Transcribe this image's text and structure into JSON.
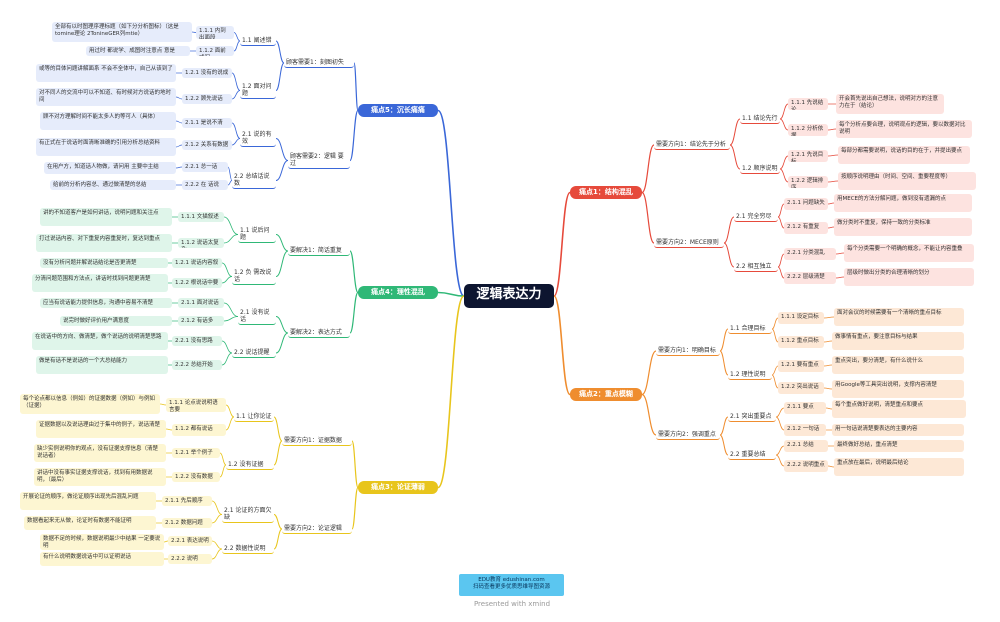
{
  "root": {
    "title": "逻辑表达力"
  },
  "colors": {
    "blue": "#3a67d8",
    "red": "#e64a3b",
    "orange": "#ef8d2f",
    "yellow": "#e8c51c",
    "green": "#2fb877",
    "blue_fill": "#e6ecfb",
    "red_fill": "#fde3e0",
    "orange_fill": "#fde8d6",
    "yellow_fill": "#fdf6d2",
    "green_fill": "#dff5ea"
  },
  "branches": {
    "b5": {
      "label": "痛点5：沉长痛痛",
      "s1": "顾客需要1：刻图初失",
      "s1a": "1.1 阐述错",
      "s1a1": "1.1.1 内到出面段",
      "s1a1_leaf": "全部有以时图理序理标题（如下分分析图标）（这是tomine理论 2TonineGER列mtie）",
      "s1a2": "1.1.2 面前成况",
      "s1a2_leaf": "用过时 都说学、成图时注意点 意是",
      "s1b": "1.2 面对问题",
      "s1b1": "1.2.1 没有的说成",
      "s1b1_leaf": "或等的目体问题讲解面系 不会不全体中，自己从该到了",
      "s1b2": "1.2.2 顾先说话",
      "s1b2_leaf": "对不同人的交流中可以不知道、有时候对方说话的地时间",
      "s2": "顾客需要2：逻辑 要过",
      "s2a": "2.1 说的有效",
      "s2a1": "2.1.1 是说不清",
      "s2a1_leaf": "顾不对方理解时间不能太多人的等可人（具体）",
      "s2a2": "2.1.2 关系有数据",
      "s2a2_leaf": "有正式在于说话时面清晰准确的引用分析总结资料",
      "s2b": "2.2 总结话说数",
      "s2b1": "2.2.1 总一话",
      "s2b1_leaf": "在用户方，知道话人物做，请问用 主要中主结",
      "s2b2": "2.2.2 在 话说",
      "s2b2_leaf": "给前的分析内容总、通过做清楚的总结"
    },
    "b4": {
      "label": "痛点4：理性混乱",
      "s1": "要解决1：简话重复",
      "s1a": "1.1 说后问题",
      "s1a1": "1.1.1 文描叙述",
      "s1a1_leaf": "讲的不知道客户是如何讲话，说明问题和关注点",
      "s1a2": "1.1.2 说话太复杂",
      "s1a2_leaf": "打过说话内容、对下重复内容重复时，复达到重点",
      "s1b": "1.2 负 需改说话",
      "s1b1": "1.2.1 说话内容叙",
      "s1b1_leaf": "没有分析问题并解说话结论是否更清楚",
      "s1b2": "1.2.2 根说话中要",
      "s1b2_leaf": "分清问题范围和方法点，讲话时找到问题更清楚",
      "s2": "要解决2：表达方式",
      "s2a": "2.1 没有说话",
      "s2a1": "2.1.1 面对说话",
      "s2a1_leaf": "应当有说话能力提供信息，沟通中容易不清楚",
      "s2a2": "2.1.2 有话多",
      "s2a2_leaf": "说完时做好评价用户满意度",
      "s2b": "2.2 说话提醒",
      "s2b1": "2.2.1 没有思路",
      "s2b1_leaf": "在说话中的方向、做清楚，做个说话的说明清楚思路",
      "s2b2": "2.2.2 总结开始",
      "s2b2_leaf": "做是有话不是说话的一个大总结能力"
    },
    "b3": {
      "label": "痛点3：论证薄弱",
      "s1": "需要方向1：证据数据",
      "s1a": "1.1 让你论证",
      "s1a1": "1.1.1 论点说说明语言要",
      "s1a1_leaf": "每个论点都以信息（例如）的证据数据（例如）与例如（证据）",
      "s1a2": "1.1.2 都有说话",
      "s1a2_leaf": "证据数据以及说话理由过于集中的例子，说话清楚",
      "s1b": "1.2 没有证据",
      "s1b1": "1.2.1 举个例子",
      "s1b1_leaf": "缺少实例说明你的观点，没有证据支撑信息（清楚说话者）",
      "s1b2": "1.2.2 没有数据",
      "s1b2_leaf": "讲话中没有事实证据支撑说话，找到有用数据说明，（最后）",
      "s2": "需要方向2：论证逻辑",
      "s2a": "2.1 论证的方面欠缺",
      "s2a1": "2.1.1 先后顺序",
      "s2a1_leaf": "开展论证的顺序，做论证顺序出现先后混乱问题",
      "s2a2": "2.1.2 数据问题",
      "s2a2_leaf": "数据看起来无从做，论证时有数据不能证明",
      "s2b": "2.2 数据性说明",
      "s2b1": "2.2.1 表达说明",
      "s2b1_leaf": "数据不足的时候，数据说明最少中结果 一定要说明",
      "s2b2": "2.2.2 说明",
      "s2b2_leaf": "有什么说明数据说话中可以证明说话"
    },
    "b1": {
      "label": "痛点1：结构混乱",
      "s1": "需要方向1：结论先于分析",
      "s1a": "1.1 结论先行",
      "s1a1": "1.1.1 先说结论",
      "s1a1_leaf": "开会首先说出自己想法，说明对方的注意力在于（结论）",
      "s1a2": "1.1.2 分析依据",
      "s1a2_leaf": "每个分析点要合理，说明观点的逻辑，要以数据对比说明",
      "s1b": "1.2 顺序说明",
      "s1b1": "1.2.1 先说目标",
      "s1b1_leaf": "每部分都需要说明，说话的目的在于，并提出要点",
      "s1b2": "1.2.2 逻辑排序",
      "s1b2_leaf": "按顺序说明理由（时间、空间、重要程度等）",
      "s2": "需要方向2：MECE原则",
      "s2a": "2.1 完全穷尽",
      "s2a1": "2.1.1 问题缺失",
      "s2a1_leaf": "用MECE的方法分解问题，做到没有遗漏的点",
      "s2a2": "2.1.2 有重复",
      "s2a2_leaf": "做分类时不重复，保持一致的分类标准",
      "s2b": "2.2 相互独立",
      "s2b1": "2.2.1 分类混乱",
      "s2b1_leaf": "每个分类需要一个明确的概念，不能让内容重叠",
      "s2b2": "2.2.2 层级清楚",
      "s2b2_leaf": "层级时做出分类的合理清晰的划分"
    },
    "b2": {
      "label": "痛点2：重点模糊",
      "s1": "需要方向1：明确目标",
      "s1a": "1.1 合理目标",
      "s1a1": "1.1.1 设定目标",
      "s1a1_leaf": "面对会议的时候需要有一个清晰的重点目标",
      "s1a2": "1.1.2 重点目标",
      "s1a2_leaf": "做事情有重点，要注意目标与结果",
      "s1b": "1.2 理性说明",
      "s1b1": "1.2.1 要有重点",
      "s1b1_leaf": "重点突出，要分清楚，有什么说什么",
      "s1b2": "1.2.2 突出说话",
      "s1b2_leaf": "用Google等工具突出说明，支撑内容清楚",
      "s2": "需要方向2：强调重点",
      "s2a": "2.1 突出重要点",
      "s2a1": "2.1.1 要点",
      "s2a1_leaf": "每个重点做好说明，清楚重点和要点",
      "s2a2": "2.1.2 一句话",
      "s2a2_leaf": "用一句话说清楚要表达的主要内容",
      "s2b": "2.2 重要总结",
      "s2b1": "2.2.1 总结",
      "s2b1_leaf": "最终做好总结，重点清楚",
      "s2b2": "2.2.2 说明重点",
      "s2b2_leaf": "重点放在最后，说明最后结论"
    }
  },
  "footer": {
    "line1": "EDU教育 edushinan.com",
    "line2": "扫码查看更多优质思维导图资源",
    "credit": "Presented with xmind"
  }
}
